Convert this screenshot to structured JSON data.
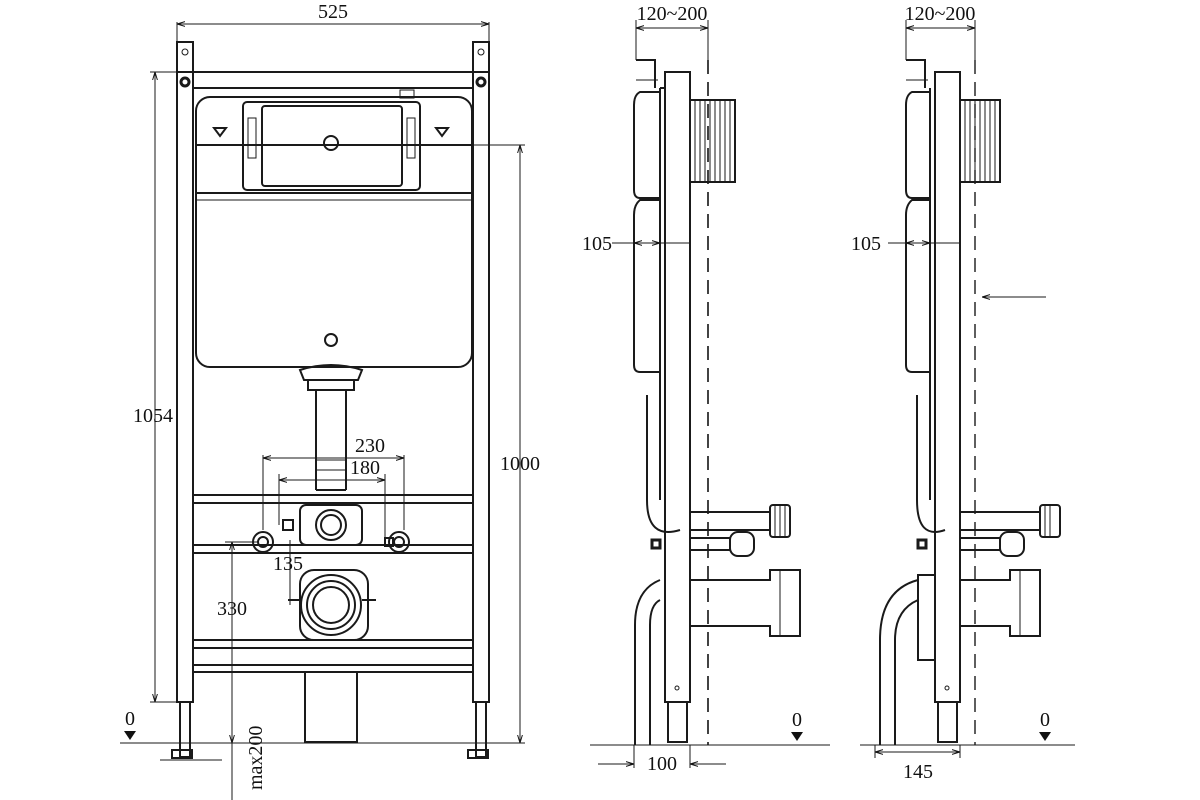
{
  "dimensions": {
    "frame_width": "525",
    "frame_height": "1054",
    "tank_height": "1000",
    "fixing_230": "230",
    "fixing_180": "180",
    "inlet_135": "135",
    "drain_330": "330",
    "leg_max": "max200",
    "side_a_depth": "120~200",
    "side_a_105": "105",
    "side_a_100": "100",
    "side_b_depth": "120~200",
    "side_b_105": "105",
    "side_b_145": "145"
  },
  "floor_marks": [
    "0",
    "0",
    "0"
  ]
}
